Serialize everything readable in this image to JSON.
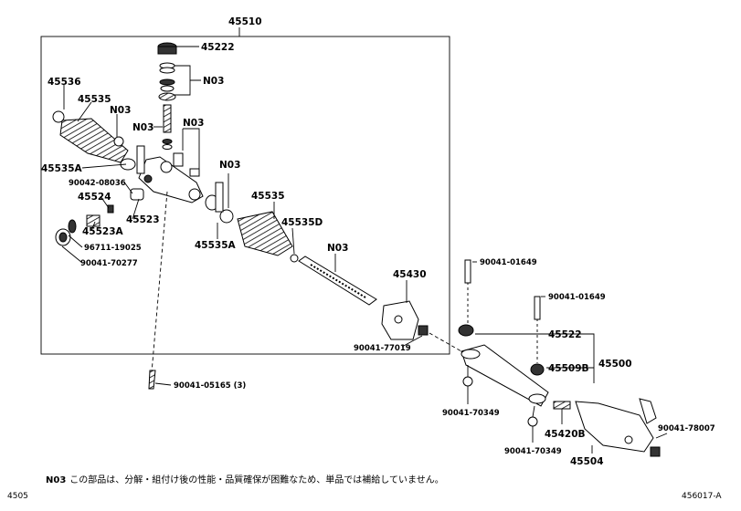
{
  "parts": {
    "p45510": "45510",
    "p45222": "45222",
    "p45536": "45536",
    "p45535_a": "45535",
    "p45535_b": "45535",
    "p45535A_a": "45535A",
    "p45535A_b": "45535A",
    "p45535D": "45535D",
    "p90042_08036": "90042-08036",
    "p45524": "45524",
    "p45523": "45523",
    "p45523A": "45523A",
    "p96711_19025": "96711-19025",
    "p90041_70277": "90041-70277",
    "p45430": "45430",
    "p90041_77019": "90041-77019",
    "p90041_05165": "90041-05165 (3)",
    "p90041_01649_a": "90041-01649",
    "p90041_01649_b": "90041-01649",
    "p45522": "45522",
    "p45509B": "45509B",
    "p45500": "45500",
    "p90041_70349_a": "90041-70349",
    "p90041_70349_b": "90041-70349",
    "p45420B": "45420B",
    "p45504": "45504",
    "p90041_78007": "90041-78007",
    "n03_1": "N03",
    "n03_2": "N03",
    "n03_3": "N03",
    "n03_4": "N03",
    "n03_5": "N03",
    "n03_6": "N03"
  },
  "note": {
    "code": "N03",
    "text": "この部品は、分解・組付け後の性能・品質確保が困難なため、単品では補給していません。"
  },
  "footer": {
    "left": "4505",
    "right": "456017-A"
  }
}
